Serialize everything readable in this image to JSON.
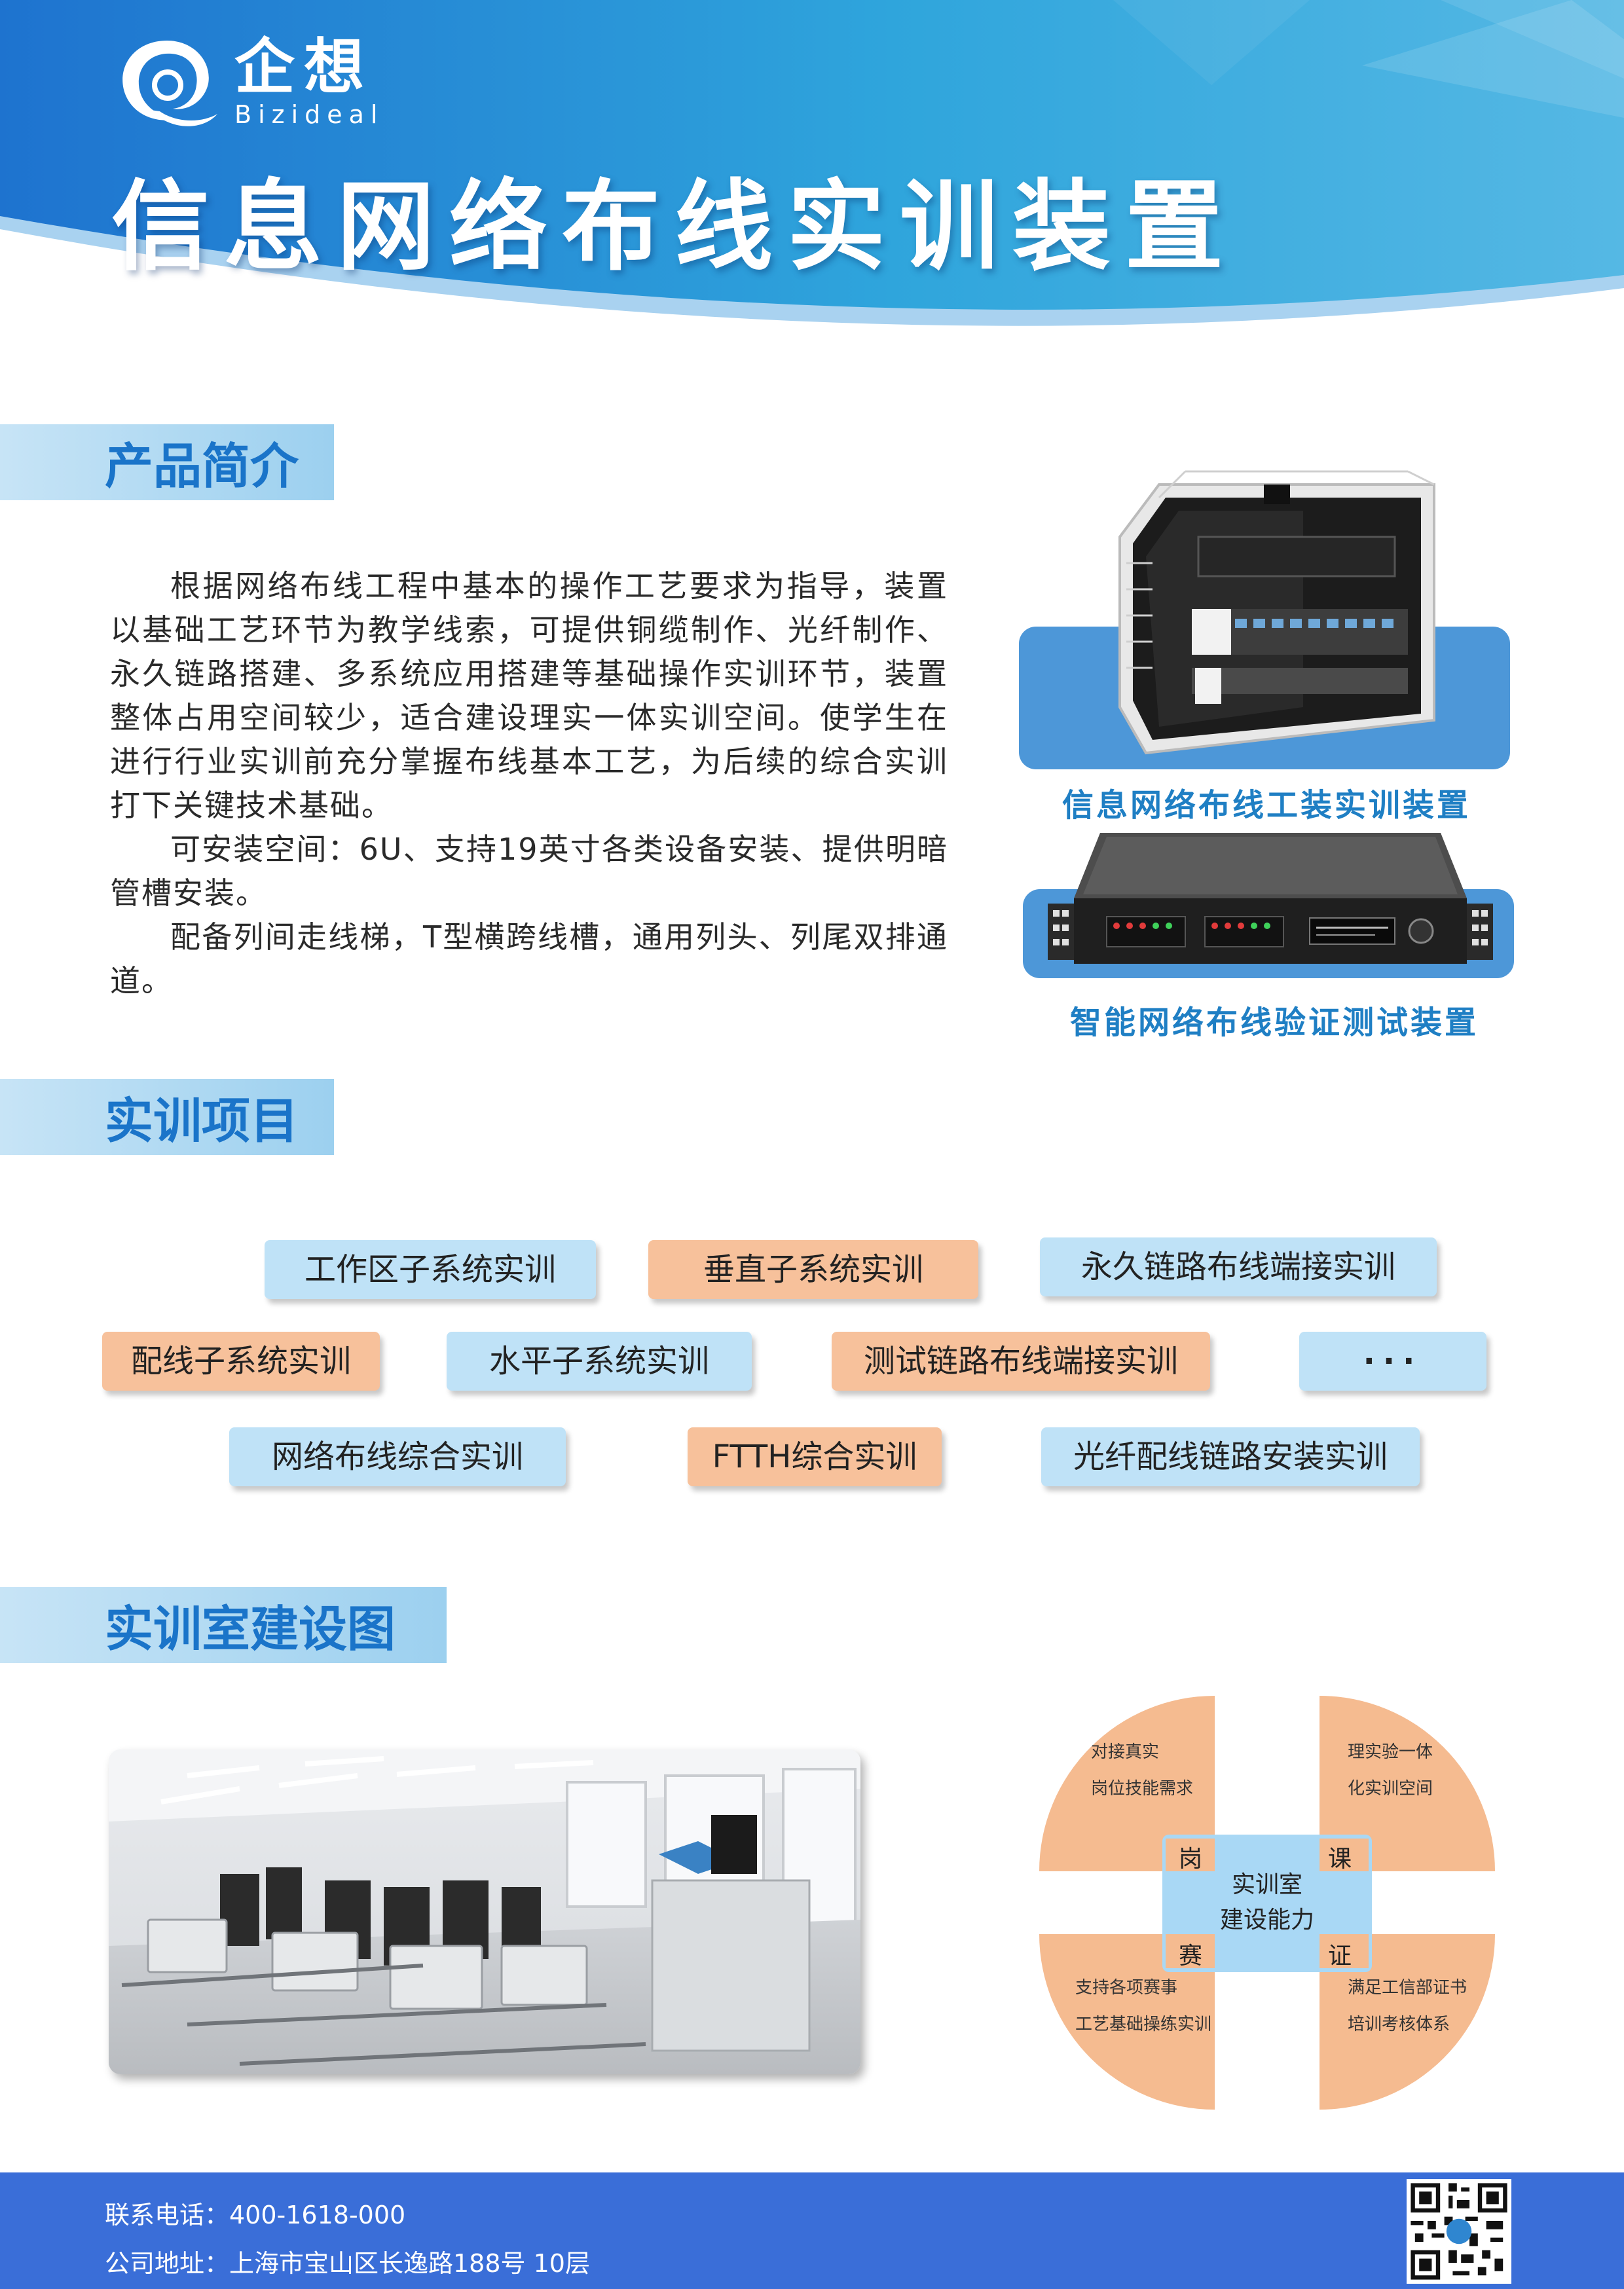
{
  "brand": {
    "name_cn": "企想",
    "name_en": "Bizideal"
  },
  "title": "信息网络布线实训装置",
  "sections": {
    "intro_heading": "产品简介",
    "projects_heading": "实训项目",
    "lab_heading": "实训室建设图"
  },
  "intro": {
    "paragraphs": [
      "根据网络布线工程中基本的操作工艺要求为指导，装置以基础工艺环节为教学线索，可提供铜缆制作、光纤制作、永久链路搭建、多系统应用搭建等基础操作实训环节，装置整体占用空间较少，适合建设理实一体实训空间。使学生在进行行业实训前充分掌握布线基本工艺，为后续的综合实训打下关键技术基础。",
      "可安装空间：6U、支持19英寸各类设备安装、提供明暗管槽安装。",
      "配备列间走线梯，T型横跨线槽，通用列头、列尾双排通道。"
    ]
  },
  "products": [
    {
      "caption": "信息网络布线工装实训装置"
    },
    {
      "caption": "智能网络布线验证测试装置"
    }
  ],
  "projects": [
    {
      "label": "工作区子系统实训",
      "color": "blue"
    },
    {
      "label": "垂直子系统实训",
      "color": "orange"
    },
    {
      "label": "永久链路布线端接实训",
      "color": "blue"
    },
    {
      "label": "配线子系统实训",
      "color": "orange"
    },
    {
      "label": "水平子系统实训",
      "color": "blue"
    },
    {
      "label": "测试链路布线端接实训",
      "color": "orange"
    },
    {
      "label": "···",
      "color": "blue"
    },
    {
      "label": "网络布线综合实训",
      "color": "blue"
    },
    {
      "label": "FTTH综合实训",
      "color": "orange"
    },
    {
      "label": "光纤配线链路安装实训",
      "color": "blue"
    }
  ],
  "diagram": {
    "center": [
      "实训室",
      "建设能力"
    ],
    "keys": {
      "tl": "岗",
      "tr": "课",
      "bl": "赛",
      "br": "证"
    },
    "texts": {
      "tl": [
        "对接真实",
        "岗位技能需求"
      ],
      "tr": [
        "理实验一体",
        "化实训空间"
      ],
      "bl": [
        "支持各项赛事",
        "工艺基础操练实训"
      ],
      "br": [
        "满足工信部证书",
        "培训考核体系"
      ]
    },
    "colors": {
      "petal": "#f5bb90",
      "center": "#a9d8f5"
    }
  },
  "footer": {
    "phone": "联系电话：400-1618-000",
    "address": "公司地址：上海市宝山区长逸路188号 10层"
  },
  "colors": {
    "accent": "#1a74c9",
    "footer": "#3a6ed8",
    "tag_blue": "#bfe2f7",
    "tag_orange": "#f7c19b"
  }
}
